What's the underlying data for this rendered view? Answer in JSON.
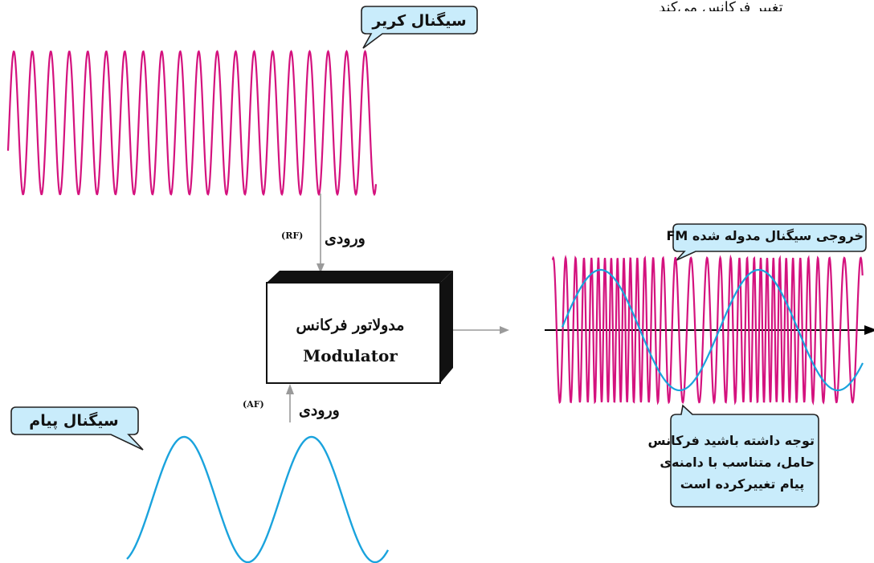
{
  "top_fragment": "تغییر فرکانس می‌کند",
  "carrier_label": "سیگنال کریر",
  "message_label": "سیگنال پیام",
  "rf_input": {
    "label": "ورودی",
    "tag": "(RF)"
  },
  "af_input": {
    "label": "ورودی",
    "tag": "(AF)"
  },
  "modulator": {
    "title_fa": "مدولاتور فرکانس",
    "title_en": "Modulator"
  },
  "output_label": "خروجی سیگنال مدوله شده FM",
  "note_lines": [
    "توجه داشته باشید فرکانس",
    "حامل، متناسب با دامنه‌ی",
    "پیام تغییرکرده است"
  ],
  "colors": {
    "carrier": "#d4127e",
    "message": "#1aa3dd",
    "callout_fill": "#c9ecfb",
    "arrow": "#9a9a9a",
    "axis": "#000000"
  }
}
